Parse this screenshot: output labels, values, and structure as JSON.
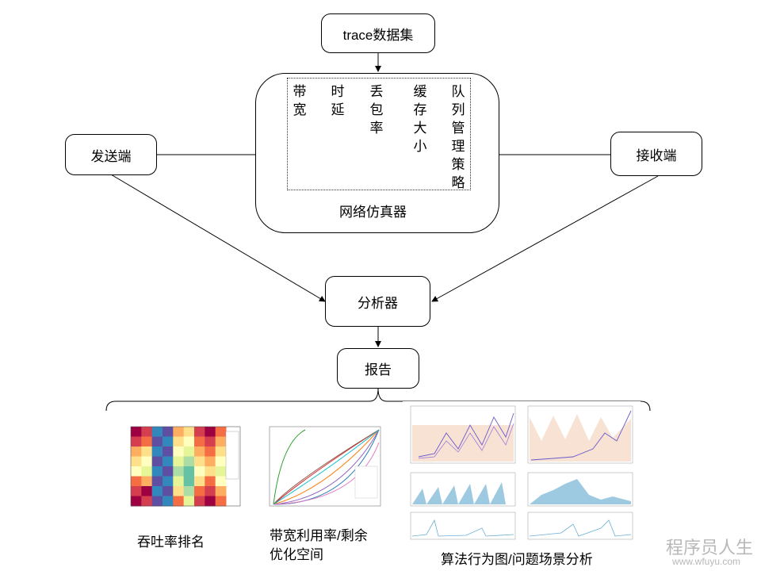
{
  "nodes": {
    "trace": "trace数据集",
    "sender": "发送端",
    "receiver": "接收端",
    "emulator": "网络仿真器",
    "analyzer": "分析器",
    "report": "报告"
  },
  "params": [
    "带宽",
    "时延",
    "丢包率",
    "缓存大小",
    "队列管理策略"
  ],
  "captions": {
    "throughput": "吞吐率排名",
    "bandwidth_line1": "带宽利用率/剩余",
    "bandwidth_line2": "优化空间",
    "algorithm": "算法行为图/问题场景分析"
  },
  "watermark": {
    "title": "程序员人生",
    "url": "www.wfuyu.com"
  },
  "colors": {
    "line": "#000000",
    "heat": [
      "#9e0142",
      "#d53e4f",
      "#f46d43",
      "#fdae61",
      "#fee08b",
      "#ffffbf",
      "#e6f598",
      "#abdda4",
      "#66c2a5",
      "#3288bd",
      "#5e4fa2"
    ],
    "area": "#f4d6c0",
    "bluefill": "#9ecae1",
    "purple": "#6a5acd"
  }
}
